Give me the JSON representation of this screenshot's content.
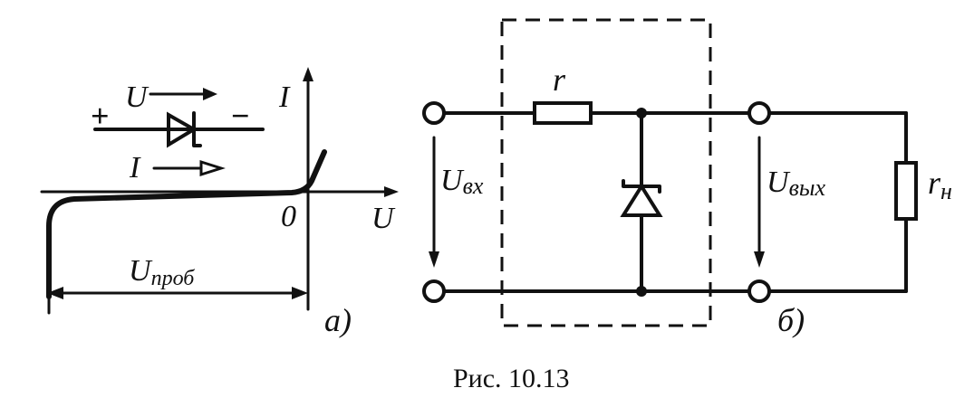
{
  "caption": "Рис. 10.13",
  "panel_a": {
    "label": "а)",
    "polarity_plus": "+",
    "polarity_minus": "−",
    "voltage_arrow_label": "U",
    "current_arrow_label": "I",
    "axis_y_label": "I",
    "axis_x_label": "U",
    "origin_label": "0",
    "breakdown_base": "U",
    "breakdown_sub": "проб"
  },
  "panel_b": {
    "label": "б)",
    "resistor_label": "r",
    "input_base": "U",
    "input_sub": "вх",
    "output_base": "U",
    "output_sub": "вых",
    "load_base": "r",
    "load_sub": "н"
  },
  "colors": {
    "ink": "#111111",
    "background": "#ffffff"
  }
}
